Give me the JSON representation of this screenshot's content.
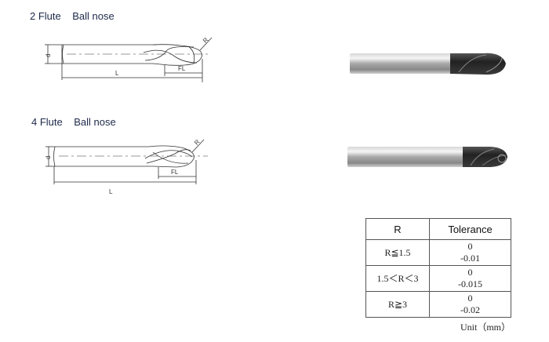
{
  "sections": [
    {
      "title": "2 Flute    Ball nose",
      "labels": {
        "diameter": "d",
        "length": "L",
        "flute_length": "FL",
        "radius": "R"
      }
    },
    {
      "title": "4 Flute    Ball nose",
      "labels": {
        "diameter": "d",
        "length": "L",
        "flute_length": "FL",
        "radius": "R"
      }
    }
  ],
  "tolerance_table": {
    "headers": [
      "R",
      "Tolerance"
    ],
    "rows": [
      {
        "range": "R≦1.5",
        "upper": "0",
        "lower": "-0.01"
      },
      {
        "range": "1.5＜R＜3",
        "upper": "0",
        "lower": "-0.015"
      },
      {
        "range": "R≧3",
        "upper": "0",
        "lower": "-0.02"
      }
    ],
    "unit": "Unit（mm）"
  }
}
